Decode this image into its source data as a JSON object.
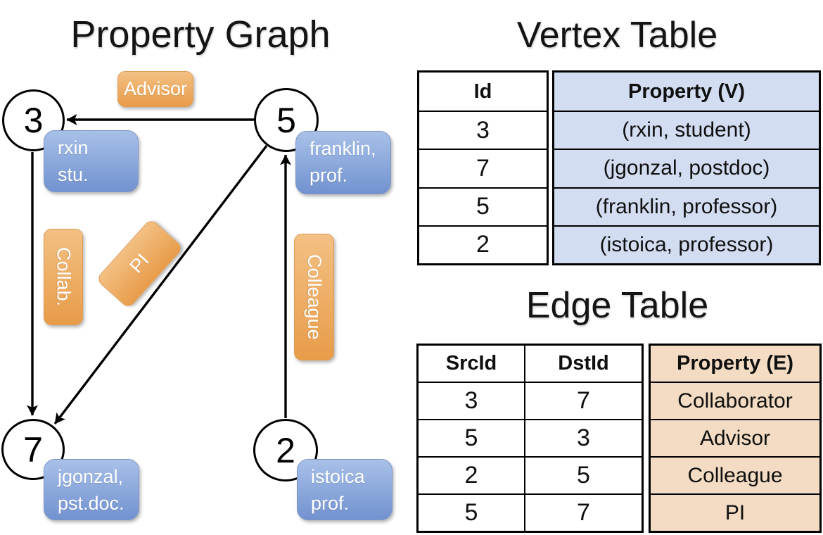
{
  "colors": {
    "orange_label_top": "#f3c084",
    "orange_label_bottom": "#e89c49",
    "blue_label_top": "#a8c1e9",
    "blue_label_bottom": "#7292d0",
    "vertex_table_cell_bg": "#d3ddf1",
    "edge_table_cell_bg": "#f3dcc3",
    "line_color": "#000000",
    "label_text_color": "#ffffff"
  },
  "graph": {
    "title": "Property Graph",
    "vertices": [
      {
        "id": "3",
        "prop_lines": [
          "rxin",
          "stu."
        ]
      },
      {
        "id": "5",
        "prop_lines": [
          "franklin,",
          "prof."
        ]
      },
      {
        "id": "7",
        "prop_lines": [
          "jgonzal,",
          "pst.doc."
        ]
      },
      {
        "id": "2",
        "prop_lines": [
          "istoica",
          "prof."
        ]
      }
    ],
    "edge_labels": [
      {
        "key": "advisor",
        "text": "Advisor"
      },
      {
        "key": "collab",
        "text": "Collab."
      },
      {
        "key": "pi",
        "text": "PI"
      },
      {
        "key": "colleague",
        "text": "Colleague"
      }
    ]
  },
  "vertex_table": {
    "title": "Vertex Table",
    "headers": {
      "id": "Id",
      "property": "Property (V)"
    },
    "rows": [
      {
        "id": "3",
        "property": "(rxin, student)"
      },
      {
        "id": "7",
        "property": "(jgonzal, postdoc)"
      },
      {
        "id": "5",
        "property": "(franklin, professor)"
      },
      {
        "id": "2",
        "property": "(istoica, professor)"
      }
    ]
  },
  "edge_table": {
    "title": "Edge Table",
    "headers": {
      "src": "SrcId",
      "dst": "DstId",
      "property": "Property (E)"
    },
    "rows": [
      {
        "src": "3",
        "dst": "7",
        "property": "Collaborator"
      },
      {
        "src": "5",
        "dst": "3",
        "property": "Advisor"
      },
      {
        "src": "2",
        "dst": "5",
        "property": "Colleague"
      },
      {
        "src": "5",
        "dst": "7",
        "property": "PI"
      }
    ]
  }
}
